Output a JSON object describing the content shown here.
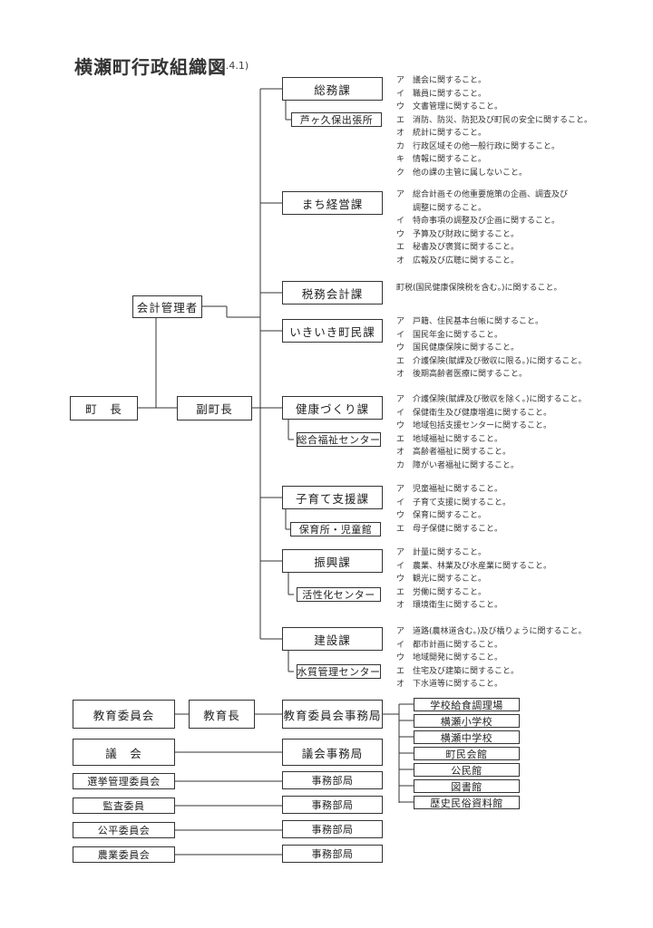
{
  "title": "横瀬町行政組織図",
  "date": "(R2.4.1)",
  "executives": {
    "mayor": "町　長",
    "deputy_mayor": "副町長",
    "accountant": "会計管理者"
  },
  "departments": [
    {
      "id": "somu",
      "name": "総務課",
      "sub": "芦ヶ久保出張所",
      "duties": [
        "ア　議会に関すること。",
        "イ　職員に関すること。",
        "ウ　文書管理に関すること。",
        "エ　消防、防災、防犯及び町民の安全に関すること。",
        "オ　統計に関すること。",
        "カ　行政区域その他一般行政に関すること。",
        "キ　情報に関すること。",
        "ク　他の課の主管に属しないこと。"
      ]
    },
    {
      "id": "machi",
      "name": "まち経営課",
      "sub": null,
      "duties": [
        "ア　総合計画その他重要施策の企画、調査及び",
        "　　調整に関すること。",
        "イ　特命事項の調整及び企画に関すること。",
        "ウ　予算及び財政に関すること。",
        "エ　秘書及び褒賞に関すること。",
        "オ　広報及び広聴に関すること。"
      ]
    },
    {
      "id": "zeimu",
      "name": "税務会計課",
      "sub": null,
      "duties": [
        "町税(国民健康保険税を含む。)に関すること。"
      ]
    },
    {
      "id": "ikiiki",
      "name": "いきいき町民課",
      "sub": null,
      "duties": [
        "ア　戸籍、住民基本台帳に関すること。",
        "イ　国民年金に関すること。",
        "ウ　国民健康保険に関すること。",
        "エ　介護保険(賦課及び徴収に限る。)に関すること。",
        "オ　後期高齢者医療に関すること。"
      ]
    },
    {
      "id": "kenko",
      "name": "健康づくり課",
      "sub": "総合福祉センター",
      "duties": [
        "ア　介護保険(賦課及び徴収を除く。)に関すること。",
        "イ　保健衛生及び健康増進に関すること。",
        "ウ　地域包括支援センターに関すること。",
        "エ　地域福祉に関すること。",
        "オ　高齢者福祉に関すること。",
        "カ　障がい者福祉に関すること。"
      ]
    },
    {
      "id": "kosodate",
      "name": "子育て支援課",
      "sub": "保育所・児童館",
      "duties": [
        "ア　児童福祉に関すること。",
        "イ　子育て支援に関すること。",
        "ウ　保育に関すること。",
        "エ　母子保健に関すること。"
      ]
    },
    {
      "id": "shinko",
      "name": "振興課",
      "sub": "活性化センター",
      "duties": [
        "ア　計量に関すること。",
        "イ　農業、林業及び水産業に関すること。",
        "ウ　観光に関すること。",
        "エ　労働に関すること。",
        "オ　環境衛生に関すること。"
      ]
    },
    {
      "id": "kensetsu",
      "name": "建設課",
      "sub": "水質管理センター",
      "duties": [
        "ア　道路(農林道含む。)及び橋りょうに関すること。",
        "イ　都市計画に関すること。",
        "ウ　地域開発に関すること。",
        "エ　住宅及び建築に関すること。",
        "オ　下水道等に関すること。"
      ]
    }
  ],
  "education": {
    "board": "教育委員会",
    "superintendent": "教育長",
    "office": "教育委員会事務局",
    "facilities": [
      "学校給食調理場",
      "横瀬小学校",
      "横瀬中学校",
      "町民会館",
      "公民館",
      "図書館",
      "歴史民俗資料館"
    ]
  },
  "committees": [
    {
      "name": "議　会",
      "office": "議会事務局"
    },
    {
      "name": "選挙管理委員会",
      "office": "事務部局"
    },
    {
      "name": "監査委員",
      "office": "事務部局"
    },
    {
      "name": "公平委員会",
      "office": "事務部局"
    },
    {
      "name": "農業委員会",
      "office": "事務部局"
    }
  ]
}
